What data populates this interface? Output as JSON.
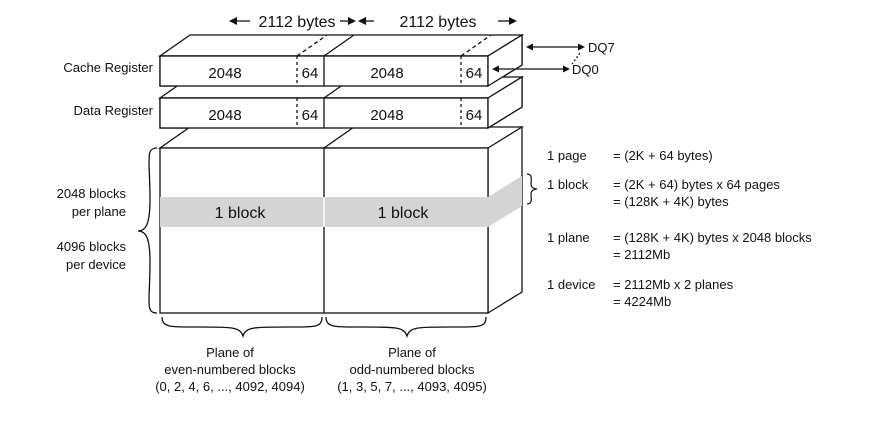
{
  "header": {
    "bytes_left": "2112 bytes",
    "bytes_right": "2112 bytes"
  },
  "registers": {
    "cache_label": "Cache Register",
    "data_label": "Data Register",
    "cells": {
      "main": "2048",
      "spare": "64"
    },
    "dq7": "DQ7",
    "dq0": "DQ0"
  },
  "left_labels": {
    "blocks_per_plane_line1": "2048 blocks",
    "blocks_per_plane_line2": "per plane",
    "blocks_per_device_line1": "4096 blocks",
    "blocks_per_device_line2": "per device"
  },
  "planes": {
    "block_label": "1 block",
    "even": {
      "line1": "Plane of",
      "line2": "even-numbered blocks",
      "line3": "(0, 2, 4, 6, ..., 4092, 4094)"
    },
    "odd": {
      "line1": "Plane of",
      "line2": "odd-numbered blocks",
      "line3": "(1, 3, 5, 7, ..., 4093, 4095)"
    }
  },
  "definitions": {
    "page_term": "1 page",
    "page_eq1": "=  (2K + 64 bytes)",
    "block_term": "1 block",
    "block_eq1": "=  (2K + 64) bytes x 64 pages",
    "block_eq2": "=  (128K + 4K) bytes",
    "plane_term": "1 plane",
    "plane_eq1": "=  (128K + 4K) bytes x 2048 blocks",
    "plane_eq2": "=  2112Mb",
    "device_term": "1 device",
    "device_eq1": "=  2112Mb x 2 planes",
    "device_eq2": "=  4224Mb"
  },
  "colors": {
    "block_band": "#d4d4d4",
    "line": "#111111"
  }
}
